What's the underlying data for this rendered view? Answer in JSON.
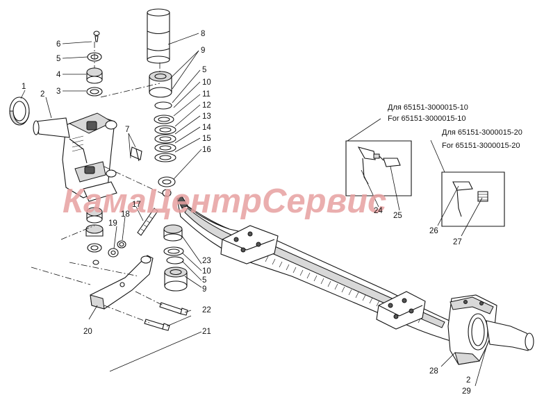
{
  "callouts": {
    "n1": "1",
    "n2": "2",
    "n3": "3",
    "n4": "4",
    "n5": "5",
    "n6": "6",
    "n7": "7",
    "n8": "8",
    "n9a": "9",
    "n5b": "5",
    "n10a": "10",
    "n11": "11",
    "n12": "12",
    "n13": "13",
    "n14": "14",
    "n15": "15",
    "n16": "16",
    "n17": "17",
    "n18": "18",
    "n19": "19",
    "n20": "20",
    "n21": "21",
    "n22": "22",
    "n23": "23",
    "n10b": "10",
    "n5c": "5",
    "n9b": "9",
    "n24": "24",
    "n25": "25",
    "n26": "26",
    "n27": "27",
    "n28": "28",
    "n2b": "2",
    "n29": "29"
  },
  "notes": {
    "variant10_ru": "Для 65151-3000015-10",
    "variant10_en": "For 65151-3000015-10",
    "variant20_ru": "Для 65151-3000015-20",
    "variant20_en": "For 65151-3000015-20"
  },
  "watermark": "КамаЦентрСервис"
}
